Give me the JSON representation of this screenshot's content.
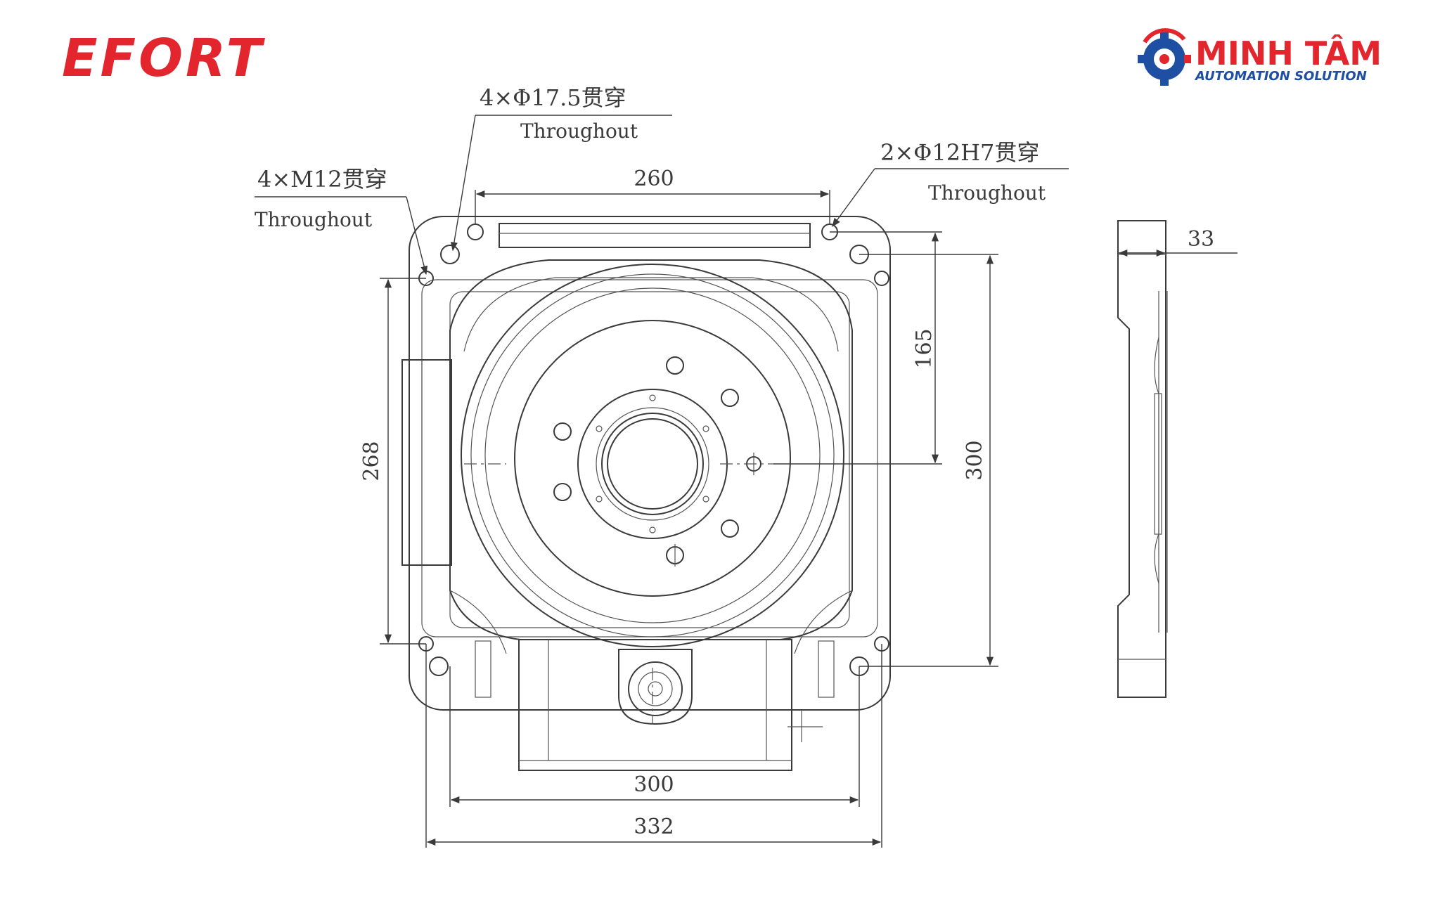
{
  "brands": {
    "left_logo": "EFORT",
    "right_logo_line1": "MINH TÂM",
    "right_logo_line2": "AUTOMATION SOLUTION",
    "left_color": "#e3262d",
    "right_color": "#e3262d",
    "right_gear_color": "#1e4fa3"
  },
  "callouts": {
    "holes_175": {
      "spec": "4×Φ17.5贯穿",
      "note": "Throughout"
    },
    "m12": {
      "spec": "4×M12贯穿",
      "note": "Throughout"
    },
    "pin_12h7": {
      "spec": "2×Φ12H7贯穿",
      "note": "Throughout"
    }
  },
  "dimensions": {
    "top_width": "260",
    "right_height_inner": "165",
    "right_height_outer": "300",
    "left_height": "268",
    "bottom_inner": "300",
    "bottom_outer": "332",
    "side_thickness": "33"
  }
}
